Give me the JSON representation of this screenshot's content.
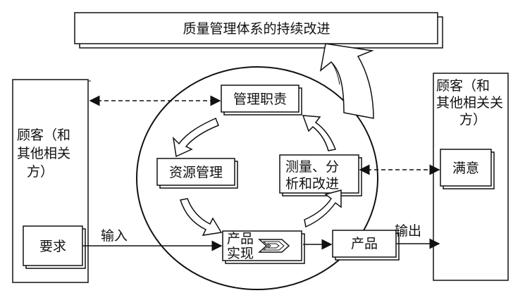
{
  "title": "质量管理体系的持续改进",
  "left_party": {
    "line1": "顾客（和",
    "line2": "其他相关",
    "line3": "方）"
  },
  "right_party": {
    "line1": "顾客（和",
    "line2": "其他相关关",
    "line3": "方）"
  },
  "requirements": "要求",
  "satisfaction": "满意",
  "processes": {
    "management": "管理职责",
    "resource": "资源管理",
    "measurement_line1": "测量、分",
    "measurement_line2": "析和改进",
    "realization_line1": "产品",
    "realization_line2": "实现"
  },
  "product": "产品",
  "input_label": "输入",
  "output_label": "输出"
}
